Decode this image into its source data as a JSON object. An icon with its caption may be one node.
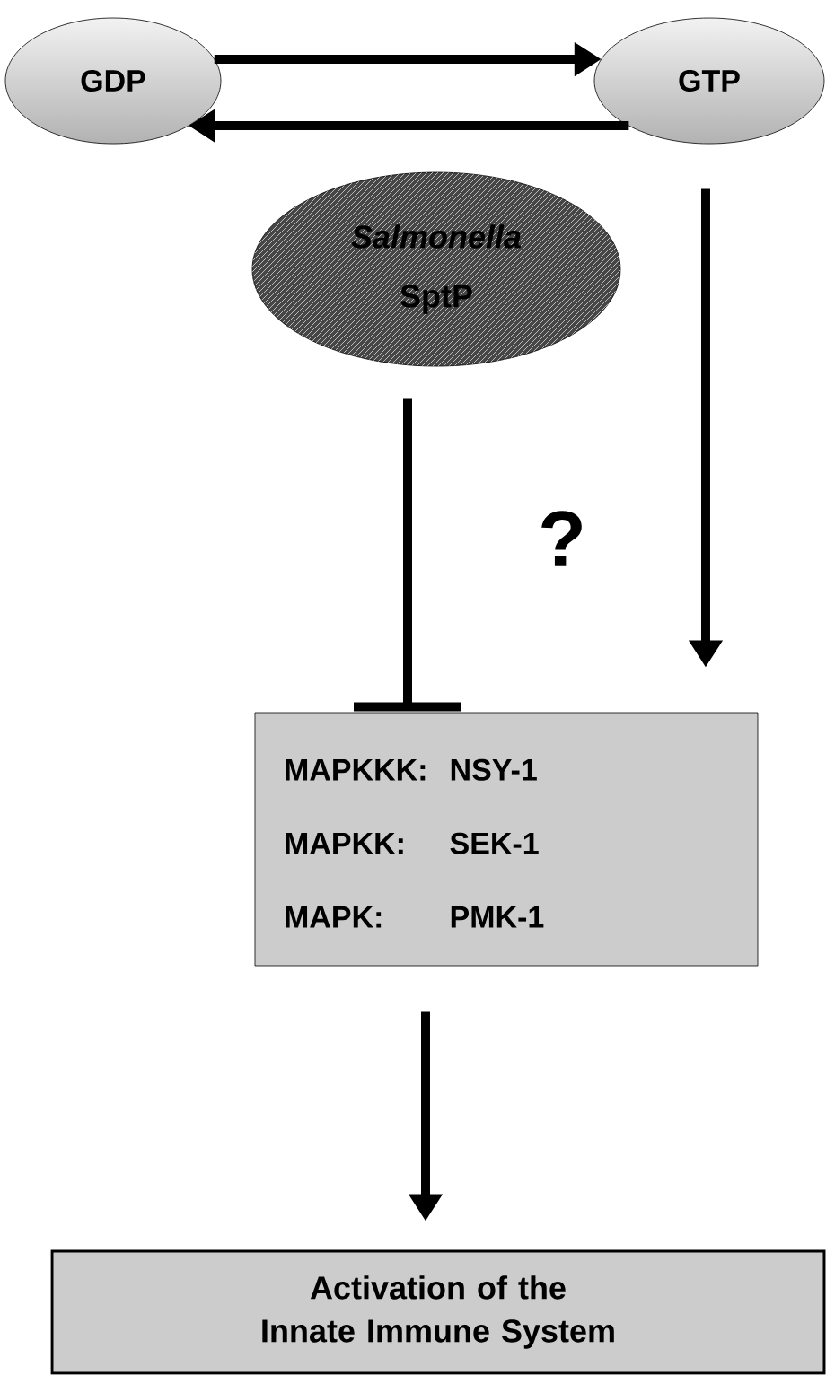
{
  "diagram": {
    "nodes": [
      {
        "text": [
          "GDP"
        ]
      },
      {
        "text": [
          "GTP"
        ]
      },
      {
        "text": [
          "*Salmonella* SptP"
        ]
      },
      {
        "text": [
          "MAPKKK:",
          "NSY-1",
          "MAPKK:",
          "SEK-1",
          "MAPK:",
          "PMK-1"
        ]
      },
      {
        "text": [
          "Activation of the Innate Immune System"
        ]
      }
    ],
    "edges": [
      {
        "from": 0,
        "to": 1,
        "arrow": "to"
      },
      {
        "from": 1,
        "to": 0,
        "arrow": "to"
      },
      {
        "from": 2,
        "to": 3,
        "arrow": "other"
      },
      {
        "from": 1,
        "to": 3,
        "arrow": "to"
      },
      {
        "from": 3,
        "to": 4,
        "arrow": "to"
      }
    ],
    "labels": [
      "?"
    ]
  }
}
